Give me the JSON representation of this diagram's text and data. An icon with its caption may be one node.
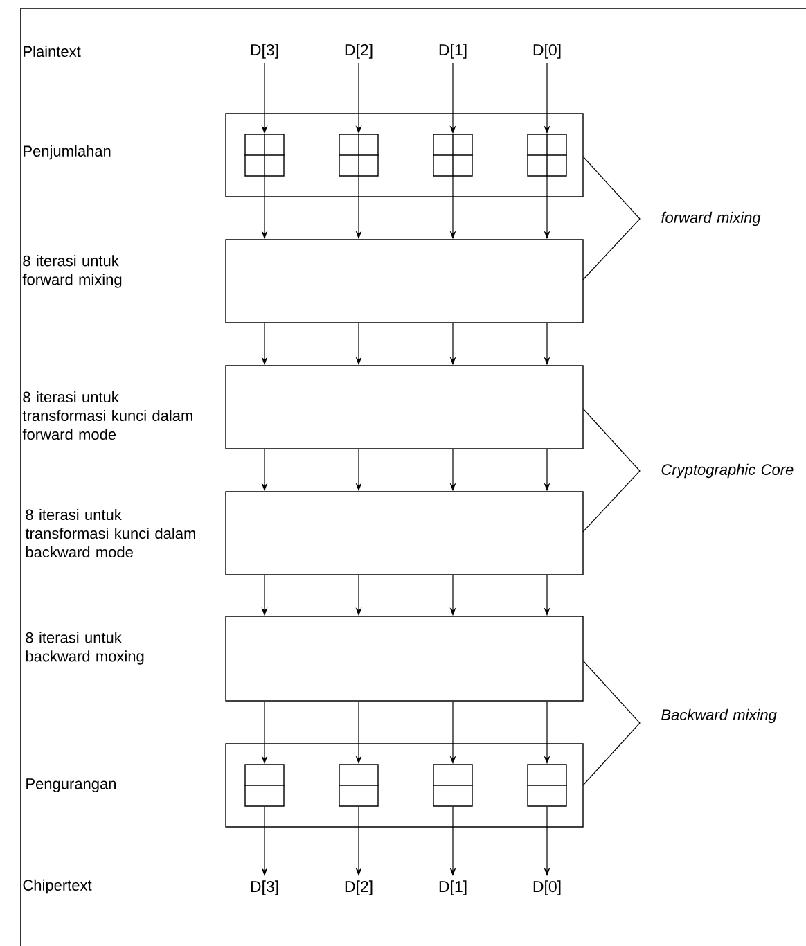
{
  "diagram": {
    "nodes": [
      {
        "text": [
          "D[3]"
        ]
      },
      {
        "text": [
          "D[2]"
        ]
      },
      {
        "text": [
          "D[1]"
        ]
      },
      {
        "text": [
          "D[0]"
        ]
      },
      {
        "text": [],
        "shape": "box"
      },
      {
        "text": [],
        "shape": "box",
        "in": 4
      },
      {
        "text": [],
        "shape": "box",
        "in": 4
      },
      {
        "text": [],
        "shape": "box",
        "in": 4
      },
      {
        "text": [],
        "shape": "box",
        "in": 4
      },
      {
        "text": [],
        "shape": "box"
      },
      {
        "text": [],
        "shape": "box"
      },
      {
        "text": [],
        "shape": "box"
      },
      {
        "text": [],
        "shape": "box"
      },
      {
        "text": [],
        "shape": "box"
      },
      {
        "text": [],
        "shape": "box",
        "in": 13
      },
      {
        "text": [],
        "shape": "box",
        "in": 13
      },
      {
        "text": [],
        "shape": "box",
        "in": 13
      },
      {
        "text": [],
        "shape": "box",
        "in": 13
      },
      {
        "text": [
          "D[3]"
        ]
      },
      {
        "text": [
          "D[2]"
        ]
      },
      {
        "text": [
          "D[1]"
        ]
      },
      {
        "text": [
          "D[0]"
        ]
      }
    ],
    "edges": [
      {
        "from": 0,
        "to": 5,
        "arrow": "to"
      },
      {
        "from": 1,
        "to": 6,
        "arrow": "to"
      },
      {
        "from": 2,
        "to": 7,
        "arrow": "to"
      },
      {
        "from": 3,
        "to": 8,
        "arrow": "to"
      },
      {
        "from": 5,
        "to": 9,
        "arrow": "to"
      },
      {
        "from": 6,
        "to": 9,
        "arrow": "to"
      },
      {
        "from": 7,
        "to": 9,
        "arrow": "to"
      },
      {
        "from": 8,
        "to": 9,
        "arrow": "to"
      },
      {
        "from": 9,
        "to": 10,
        "arrow": "to"
      },
      {
        "from": 9,
        "to": 10,
        "arrow": "to"
      },
      {
        "from": 9,
        "to": 10,
        "arrow": "to"
      },
      {
        "from": 9,
        "to": 10,
        "arrow": "to"
      },
      {
        "from": 10,
        "to": 11,
        "arrow": "to"
      },
      {
        "from": 10,
        "to": 11,
        "arrow": "to"
      },
      {
        "from": 10,
        "to": 11,
        "arrow": "to"
      },
      {
        "from": 10,
        "to": 11,
        "arrow": "to"
      },
      {
        "from": 11,
        "to": 12,
        "arrow": "to"
      },
      {
        "from": 11,
        "to": 12,
        "arrow": "to"
      },
      {
        "from": 11,
        "to": 12,
        "arrow": "to"
      },
      {
        "from": 11,
        "to": 12,
        "arrow": "to"
      },
      {
        "from": 12,
        "to": 14,
        "arrow": "to"
      },
      {
        "from": 12,
        "to": 15,
        "arrow": "to"
      },
      {
        "from": 12,
        "to": 16,
        "arrow": "to"
      },
      {
        "from": 12,
        "to": 17,
        "arrow": "to"
      },
      {
        "from": 14,
        "to": 18,
        "arrow": "to"
      },
      {
        "from": 15,
        "to": 19,
        "arrow": "to"
      },
      {
        "from": 16,
        "to": 20,
        "arrow": "to"
      },
      {
        "from": 17,
        "to": 21,
        "arrow": "to"
      }
    ],
    "labels": [
      "Plaintext",
      "Penjumlahan",
      "forward mixing",
      "8 iterasi untuk forward mixing",
      "8 iterasi untuk transformasi kunci dalam forward mode",
      "Cryptographic Core",
      "8 iterasi untuk transformasi kunci dalam backward mode",
      "8 iterasi untuk backward moxing",
      "Backward mixing",
      "Pengurangan",
      "Chipertext"
    ]
  }
}
